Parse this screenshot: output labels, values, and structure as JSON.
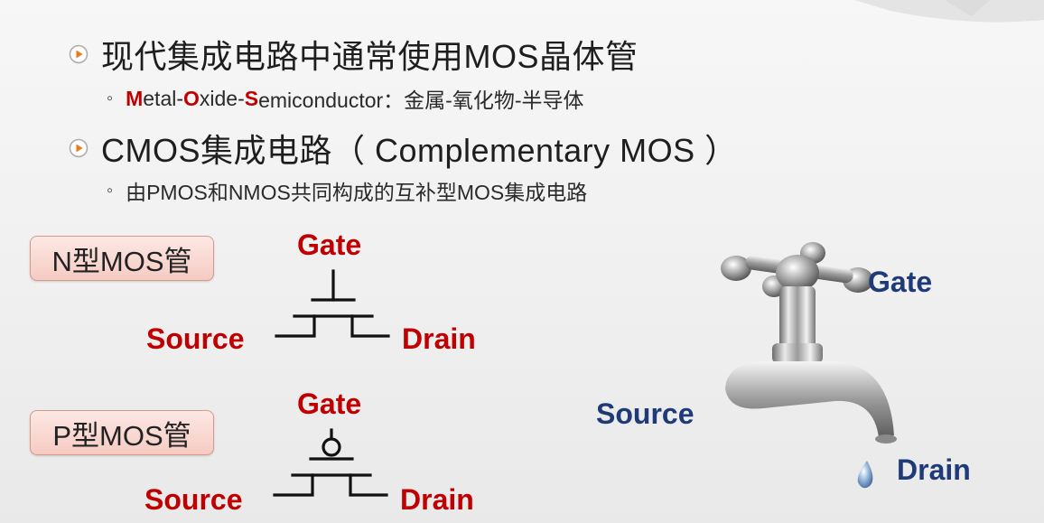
{
  "bullets": {
    "item1": {
      "text": "现代集成电路中通常使用MOS晶体管",
      "sub": {
        "m": "M",
        "etal": "etal-",
        "o": "O",
        "xide": "xide-",
        "s": "S",
        "rest": "emiconductor：金属-氧化物-半导体"
      }
    },
    "item2": {
      "text": "CMOS集成电路（ Complementary MOS ）",
      "sub": "由PMOS和NMOS共同构成的互补型MOS集成电路"
    }
  },
  "nmos": {
    "tag": "N型MOS管",
    "gate": "Gate",
    "source": "Source",
    "drain": "Drain"
  },
  "pmos": {
    "tag": "P型MOS管",
    "gate": "Gate",
    "source": "Source",
    "drain": "Drain"
  },
  "faucet": {
    "gate": "Gate",
    "source": "Source",
    "drain": "Drain"
  },
  "colors": {
    "accent_red": "#c00000",
    "accent_blue": "#1f3a78",
    "bullet_orange": "#e87b1e"
  },
  "icons": [
    "play-bullet-icon",
    "faucet-icon",
    "nmos-symbol-icon",
    "pmos-symbol-icon"
  ]
}
